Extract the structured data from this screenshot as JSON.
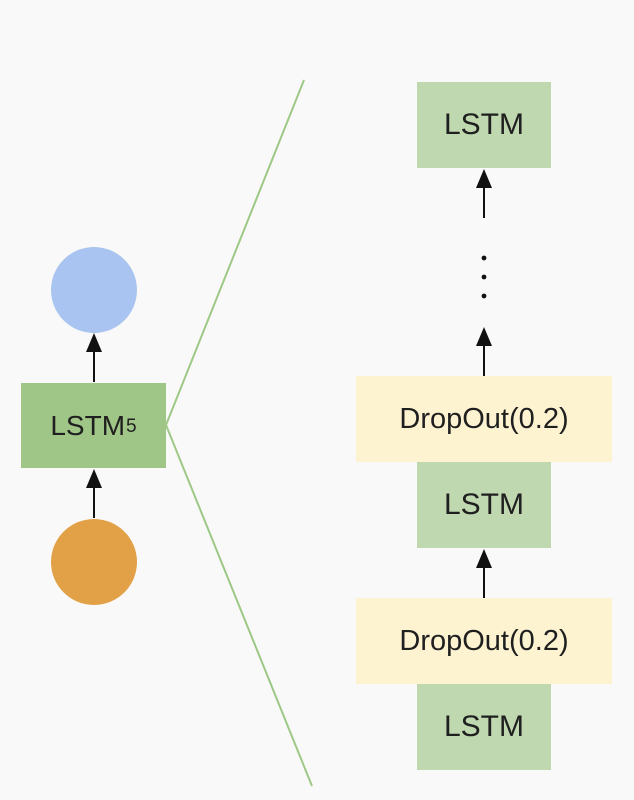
{
  "diagram": {
    "left_block": {
      "label": "LSTM",
      "subscript": "5"
    },
    "colors": {
      "output_circle": "#a9c4f0",
      "input_circle": "#e2a047",
      "lstm_main": "#9fc686",
      "lstm_layer": "#bfd8b0",
      "dropout": "#fdf3d1",
      "zoom_lines": "#9dc886",
      "arrows": "#111111"
    },
    "stack": {
      "top_layer": "LSTM",
      "ellipsis": "⋮",
      "layers": [
        {
          "dropout": "DropOut(0.2)",
          "lstm": "LSTM"
        },
        {
          "dropout": "DropOut(0.2)",
          "lstm": "LSTM"
        }
      ]
    }
  }
}
